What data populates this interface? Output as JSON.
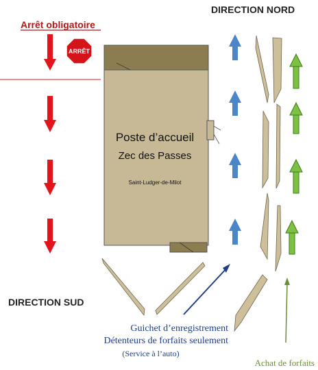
{
  "labels": {
    "mandatory_stop": "Arrêt obligatoire",
    "direction_north": "DIRECTION NORD",
    "direction_south": "DIRECTION SUD",
    "stop_sign": "ARRÊT",
    "building_line1": "Poste d’accueil",
    "building_line2": "Zec des Passes",
    "building_line3": "Saint-Ludger-de-Milot",
    "booth_line1": "Guichet d’enregistrement",
    "booth_line2": "Détenteurs de forfaits seulement",
    "booth_line3": "(Service à l’auto)",
    "purchase_label": "Achat de forfaits"
  },
  "colors": {
    "red_arrow": "#e3141b",
    "blue_arrow": "#4a86c8",
    "green_arrow": "#7cc142",
    "building_fill": "#c7b995",
    "building_dark": "#8c7d50",
    "barrier_fill": "#cdbf9a",
    "stop_sign": "#d7131a",
    "blue_text": "#1f3d8a",
    "green_text": "#6b8e3a"
  },
  "icons": {
    "southbound": "arrow-down-icon",
    "northbound_blue": "arrow-up-icon",
    "northbound_green": "arrow-up-icon",
    "stop": "stop-sign-icon"
  }
}
